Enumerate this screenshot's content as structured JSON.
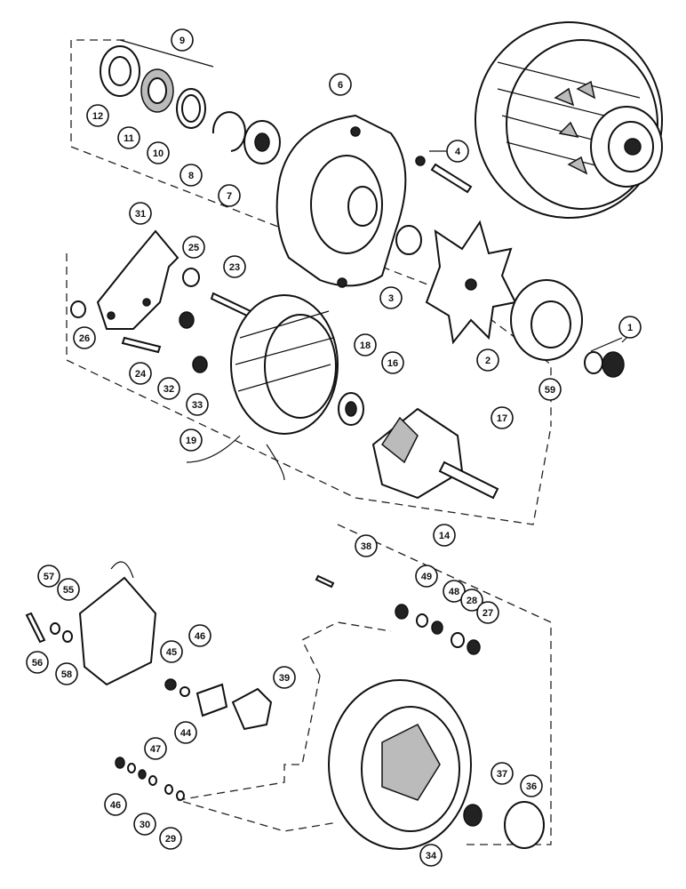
{
  "callouts": [
    {
      "id": "c9",
      "label": "9"
    },
    {
      "id": "c12",
      "label": "12"
    },
    {
      "id": "c11",
      "label": "11"
    },
    {
      "id": "c10",
      "label": "10"
    },
    {
      "id": "c8",
      "label": "8"
    },
    {
      "id": "c7",
      "label": "7"
    },
    {
      "id": "c6",
      "label": "6"
    },
    {
      "id": "c4",
      "label": "4"
    },
    {
      "id": "c31",
      "label": "31"
    },
    {
      "id": "c25",
      "label": "25"
    },
    {
      "id": "c23",
      "label": "23"
    },
    {
      "id": "c26",
      "label": "26"
    },
    {
      "id": "c24",
      "label": "24"
    },
    {
      "id": "c32",
      "label": "32"
    },
    {
      "id": "c33",
      "label": "33"
    },
    {
      "id": "c18",
      "label": "18"
    },
    {
      "id": "c3",
      "label": "3"
    },
    {
      "id": "c2",
      "label": "2"
    },
    {
      "id": "c1",
      "label": "1"
    },
    {
      "id": "c59",
      "label": "59"
    },
    {
      "id": "c16",
      "label": "16"
    },
    {
      "id": "c17",
      "label": "17"
    },
    {
      "id": "c19",
      "label": "19"
    },
    {
      "id": "c14",
      "label": "14"
    },
    {
      "id": "c38",
      "label": "38"
    },
    {
      "id": "c57",
      "label": "57"
    },
    {
      "id": "c55",
      "label": "55"
    },
    {
      "id": "c56",
      "label": "56"
    },
    {
      "id": "c58",
      "label": "58"
    },
    {
      "id": "c45",
      "label": "45"
    },
    {
      "id": "c46a",
      "label": "46"
    },
    {
      "id": "c44",
      "label": "44"
    },
    {
      "id": "c39",
      "label": "39"
    },
    {
      "id": "c49",
      "label": "49"
    },
    {
      "id": "c48",
      "label": "48"
    },
    {
      "id": "c28",
      "label": "28"
    },
    {
      "id": "c27",
      "label": "27"
    },
    {
      "id": "c47",
      "label": "47"
    },
    {
      "id": "c46b",
      "label": "46"
    },
    {
      "id": "c30",
      "label": "30"
    },
    {
      "id": "c29",
      "label": "29"
    },
    {
      "id": "c34",
      "label": "34"
    },
    {
      "id": "c37",
      "label": "37"
    },
    {
      "id": "c36",
      "label": "36"
    }
  ]
}
